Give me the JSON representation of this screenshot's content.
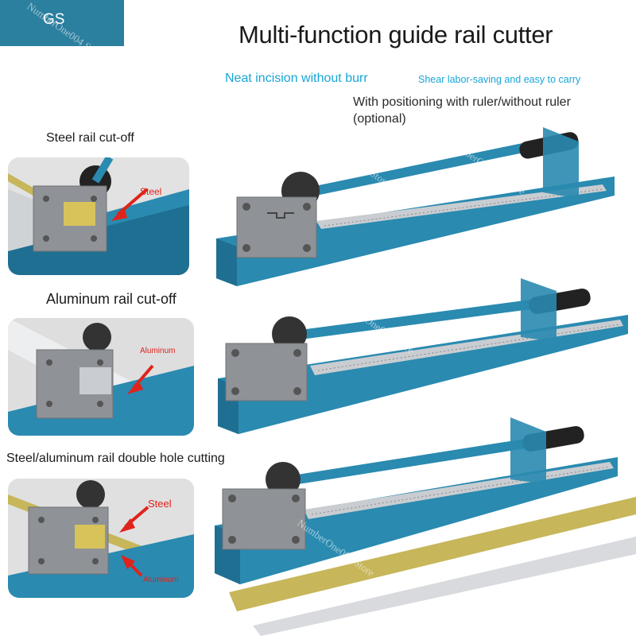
{
  "brand": {
    "label": "GS"
  },
  "header": {
    "title": "Multi-function guide rail cutter",
    "feature_1": "Neat incision without burr",
    "feature_2": "Shear labor-saving and easy to carry",
    "feature_3": "With positioning with ruler/without ruler (optional)"
  },
  "sections": [
    {
      "title": "Steel rail cut-off",
      "callouts": [
        "Steel"
      ]
    },
    {
      "title": "Aluminum rail cut-off",
      "callouts": [
        "Aluminum"
      ]
    },
    {
      "title": "Steel/aluminum rail double hole cutting",
      "callouts": [
        "Steel",
        "Aluminum"
      ]
    }
  ],
  "watermark": {
    "text": "NumberOne004 Store"
  },
  "colors": {
    "brand_badge": "#2b7f9f",
    "tool_blue": "#2a8ab0",
    "feature_text": "#18a6d6",
    "callout_red": "#e0231b",
    "metal_block": "#8f9296",
    "ruler": "#c9cdd1"
  }
}
